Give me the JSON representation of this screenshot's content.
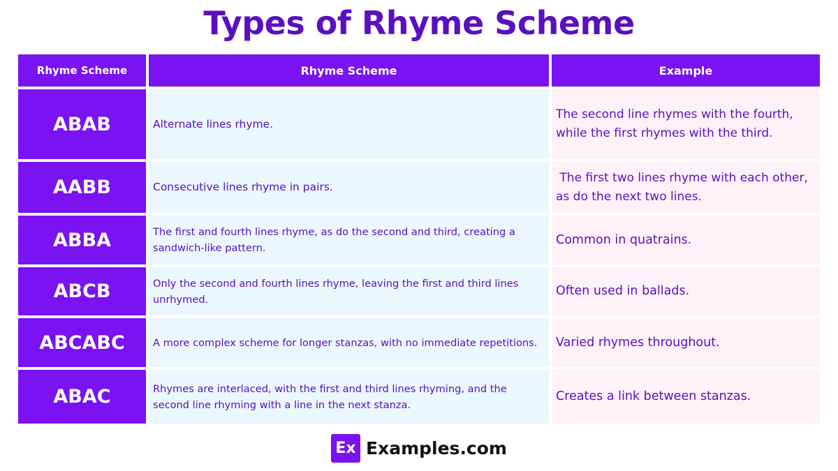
{
  "title": "Types of Rhyme Scheme",
  "table": {
    "headers": [
      "Rhyme Scheme",
      "Rhyme Scheme",
      "Example"
    ],
    "rows": [
      {
        "scheme": "ABAB",
        "description": "Alternate lines rhyme.",
        "example": "The second line rhymes with the fourth, while the first rhymes with the third."
      },
      {
        "scheme": "AABB",
        "description": "Consecutive lines rhyme in pairs.",
        "example": " The first two lines rhyme with each other, as do the next two lines."
      },
      {
        "scheme": "ABBA",
        "description": "The first and fourth lines rhyme, as do the second and third, creating a sandwich-like pattern.",
        "example": "Common in quatrains."
      },
      {
        "scheme": "ABCB",
        "description": "Only the second and fourth lines rhyme, leaving the first and third lines unrhymed.",
        "example": "Often used in ballads."
      },
      {
        "scheme": "ABCABC",
        "description": "A more complex scheme for longer stanzas, with no immediate repetitions.",
        "example": "Varied rhymes throughout."
      },
      {
        "scheme": "ABAC",
        "description": "Rhymes are interlaced, with the first and third lines rhyming, and the second line rhyming with a line in the next stanza.",
        "example": "Creates a link between stanzas."
      }
    ]
  },
  "footer": {
    "logo_icon": "Ex",
    "brand": "Examples.com"
  },
  "colors": {
    "title": "#5a0fc0",
    "header_bg": "#7a12f2",
    "description_bg": "#eaf7fd",
    "example_bg": "#fff1f8",
    "text": "#5a0fc0"
  }
}
